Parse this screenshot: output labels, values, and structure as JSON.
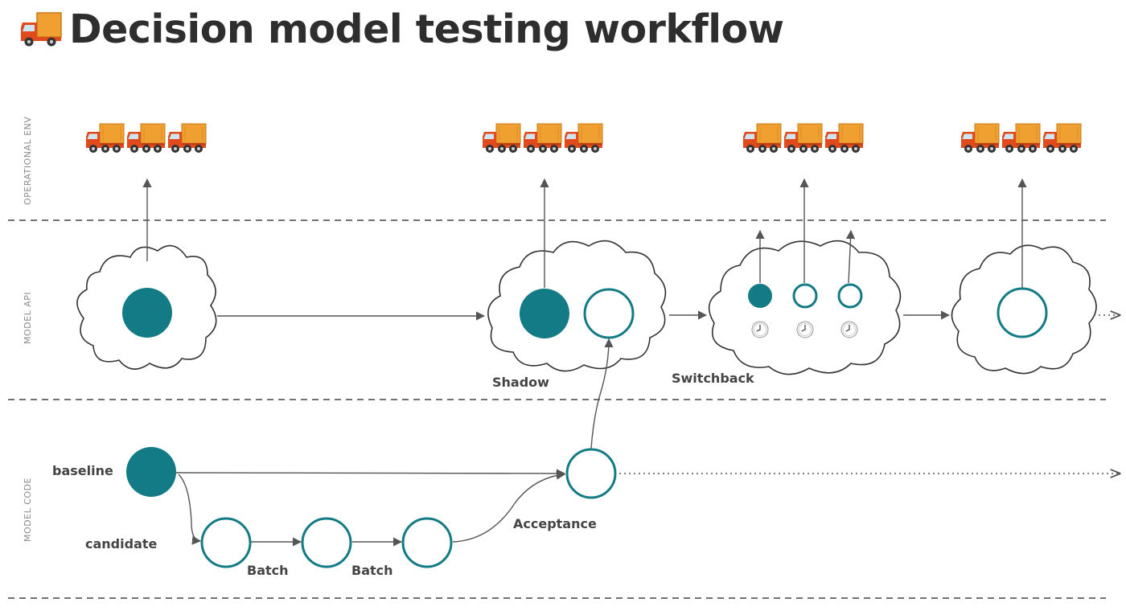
{
  "title": {
    "text": "Decision model testing workflow",
    "icon": "delivery-truck-emoji"
  },
  "lanes": [
    {
      "id": "operational-env",
      "label": "OPERATIONAL ENV"
    },
    {
      "id": "model-api",
      "label": "MODEL API"
    },
    {
      "id": "model-code",
      "label": "MODEL CODE"
    }
  ],
  "labels": {
    "baseline": "baseline",
    "candidate": "candidate",
    "batch_1": "Batch",
    "batch_2": "Batch",
    "acceptance": "Acceptance",
    "shadow": "Shadow",
    "switchback": "Switchback"
  },
  "icons": {
    "fleet": "delivery-truck-icon",
    "clock": "clock-icon",
    "cloud": "cloud-icon"
  },
  "colors": {
    "accent": "#137b85",
    "text": "#2e2e2e",
    "label": "#444444",
    "lane_label": "#8a8a8a",
    "truck_cargo": "#f0a030",
    "truck_cab": "#e04a1c"
  }
}
